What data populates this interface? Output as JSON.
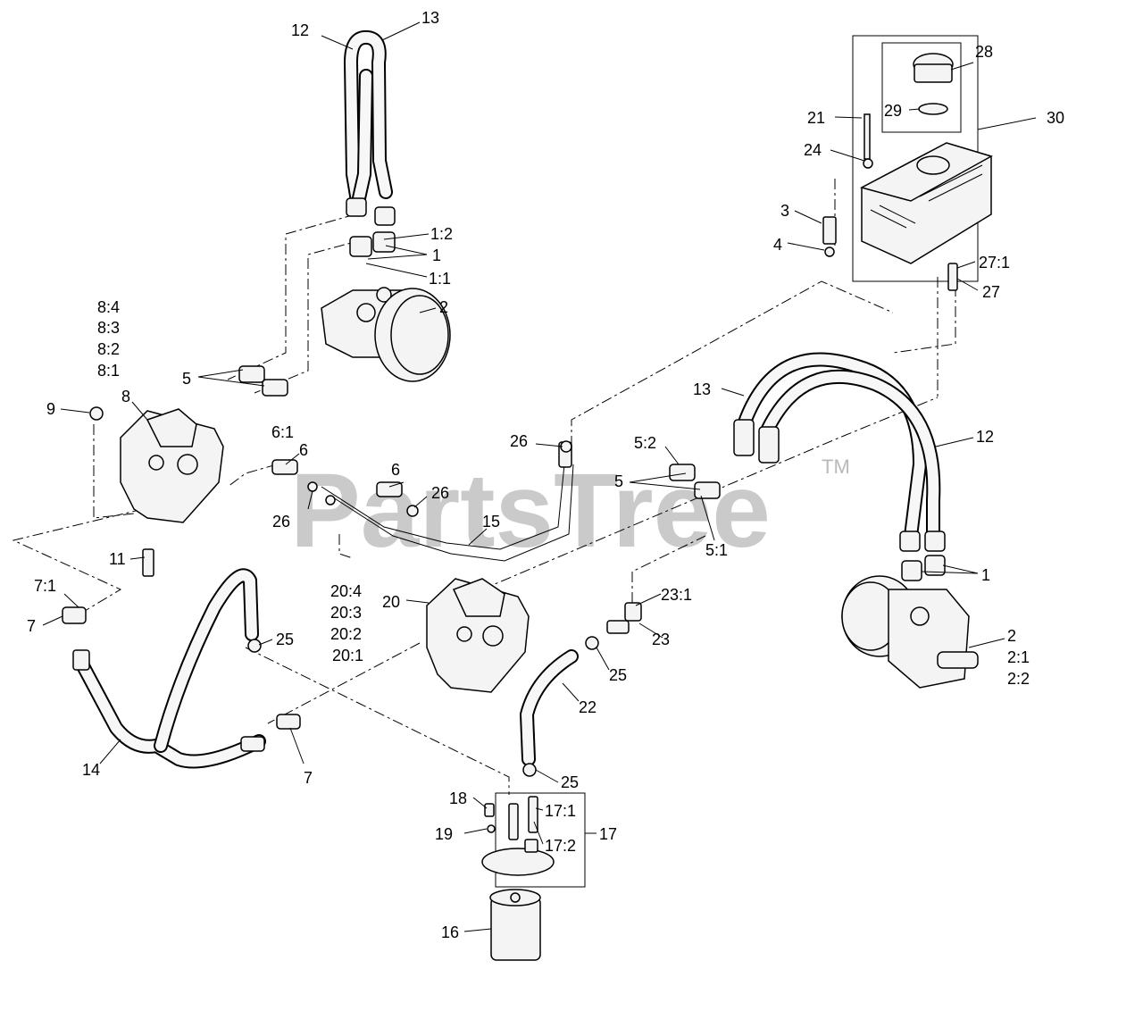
{
  "watermark": {
    "text": "PartsTree",
    "trademark": "TM"
  },
  "callouts": {
    "c12a": "12",
    "c13a": "13",
    "c1_2": "1:2",
    "c1a": "1",
    "c1_1": "1:1",
    "c2a": "2",
    "c8_4": "8:4",
    "c8_3": "8:3",
    "c8_2": "8:2",
    "c8_1": "8:1",
    "c5a": "5",
    "c9": "9",
    "c8": "8",
    "c11": "11",
    "c6_1": "6:1",
    "c6a": "6",
    "c26a": "26",
    "c6b": "6",
    "c26b": "26",
    "c26c": "26",
    "c15": "15",
    "c5_2": "5:2",
    "c5b": "5",
    "c5_1": "5:1",
    "c13b": "13",
    "c12b": "12",
    "c1b": "1",
    "c2b": "2",
    "c2_1": "2:1",
    "c2_2": "2:2",
    "c7_1": "7:1",
    "c7a": "7",
    "c14": "14",
    "c7b": "7",
    "c25a": "25",
    "c20_4": "20:4",
    "c20_3": "20:3",
    "c20_2": "20:2",
    "c20_1": "20:1",
    "c20": "20",
    "c23_1": "23:1",
    "c23": "23",
    "c25b": "25",
    "c22": "22",
    "c25c": "25",
    "c18": "18",
    "c19": "19",
    "c17_1": "17:1",
    "c17_2": "17:2",
    "c17": "17",
    "c16": "16",
    "c28": "28",
    "c29": "29",
    "c21": "21",
    "c24": "24",
    "c30": "30",
    "c3": "3",
    "c4": "4",
    "c27_1": "27:1",
    "c27": "27"
  }
}
